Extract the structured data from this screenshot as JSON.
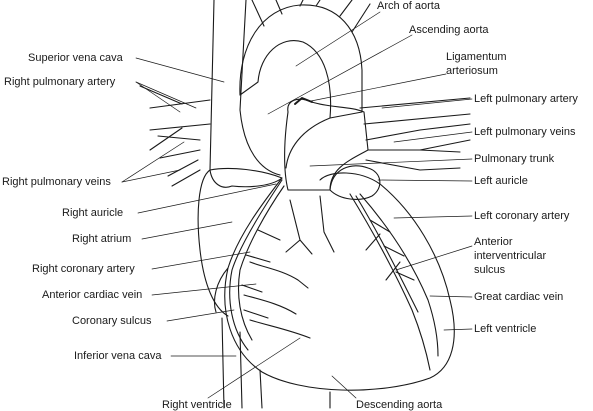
{
  "labels": {
    "arch_of_aorta": "Arch of aorta",
    "ascending_aorta": "Ascending aorta",
    "ligamentum_l1": "Ligamentum",
    "ligamentum_l2": "arteriosum",
    "superior_vena_cava": "Superior vena cava",
    "right_pulmonary_artery": "Right pulmonary artery",
    "left_pulmonary_artery": "Left pulmonary artery",
    "left_pulmonary_veins": "Left pulmonary veins",
    "pulmonary_trunk": "Pulmonary trunk",
    "right_pulmonary_veins": "Right pulmonary veins",
    "left_auricle": "Left auricle",
    "right_auricle": "Right auricle",
    "left_coronary_artery": "Left coronary artery",
    "right_atrium": "Right atrium",
    "anterior_iv_l1": "Anterior",
    "anterior_iv_l2": "interventricular",
    "anterior_iv_l3": "sulcus",
    "right_coronary_artery": "Right coronary artery",
    "anterior_cardiac_vein": "Anterior cardiac vein",
    "great_cardiac_vein": "Great cardiac vein",
    "coronary_sulcus": "Coronary sulcus",
    "left_ventricle": "Left ventricle",
    "inferior_vena_cava": "Inferior vena cava",
    "right_ventricle": "Right ventricle",
    "descending_aorta": "Descending aorta"
  },
  "colors": {
    "ink": "#1a1a1a",
    "background": "#ffffff"
  }
}
